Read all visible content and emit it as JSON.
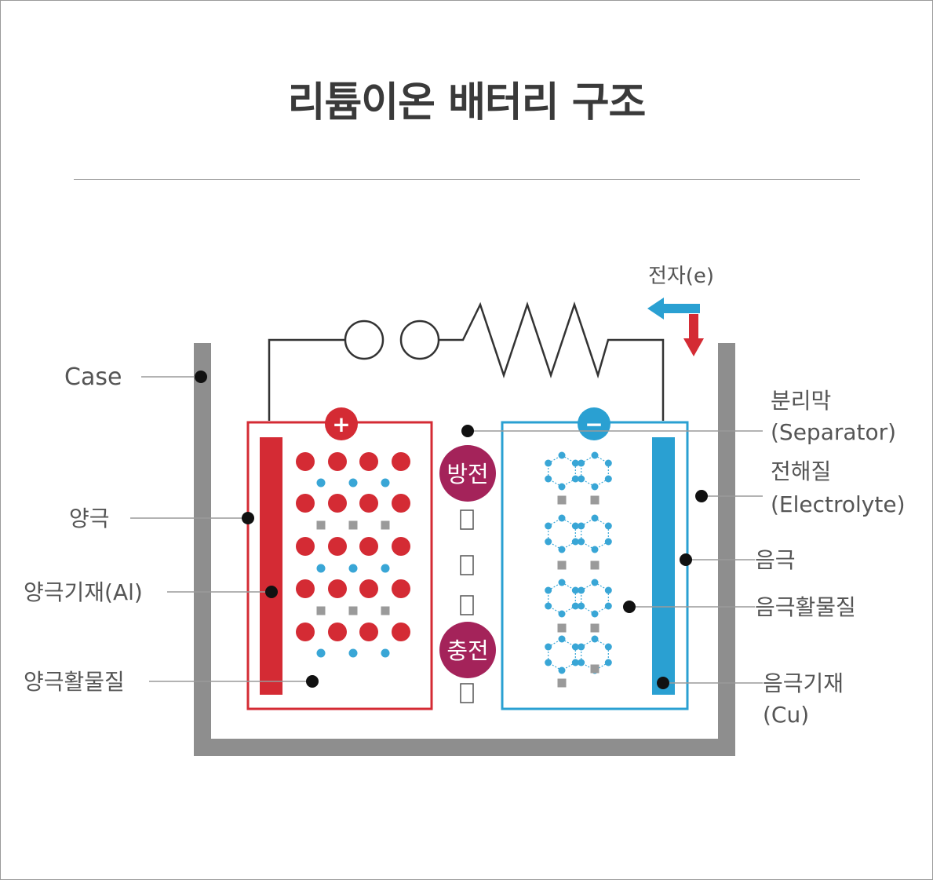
{
  "title": "리튬이온 배터리 구조",
  "labels": {
    "electron": "전자(e)",
    "case": "Case",
    "separator_ko": "분리막",
    "separator_en": "(Separator)",
    "electrolyte_ko": "전해질",
    "electrolyte_en": "(Electrolyte)",
    "cathode": "양극",
    "cathode_substrate": "양극기재(Al)",
    "cathode_active": "양극활물질",
    "anode": "음극",
    "anode_active": "음극활물질",
    "anode_substrate_ko": "음극기재",
    "anode_substrate_en": "(Cu)",
    "discharge": "방전",
    "charge": "충전",
    "plus": "+",
    "minus": "−"
  },
  "colors": {
    "cathode": "#d42b34",
    "anode": "#2aa0d2",
    "case": "#8e8e8e",
    "badge": "#a4235a",
    "ion": "#39a6d6",
    "dot_gray": "#9a9a9a"
  }
}
